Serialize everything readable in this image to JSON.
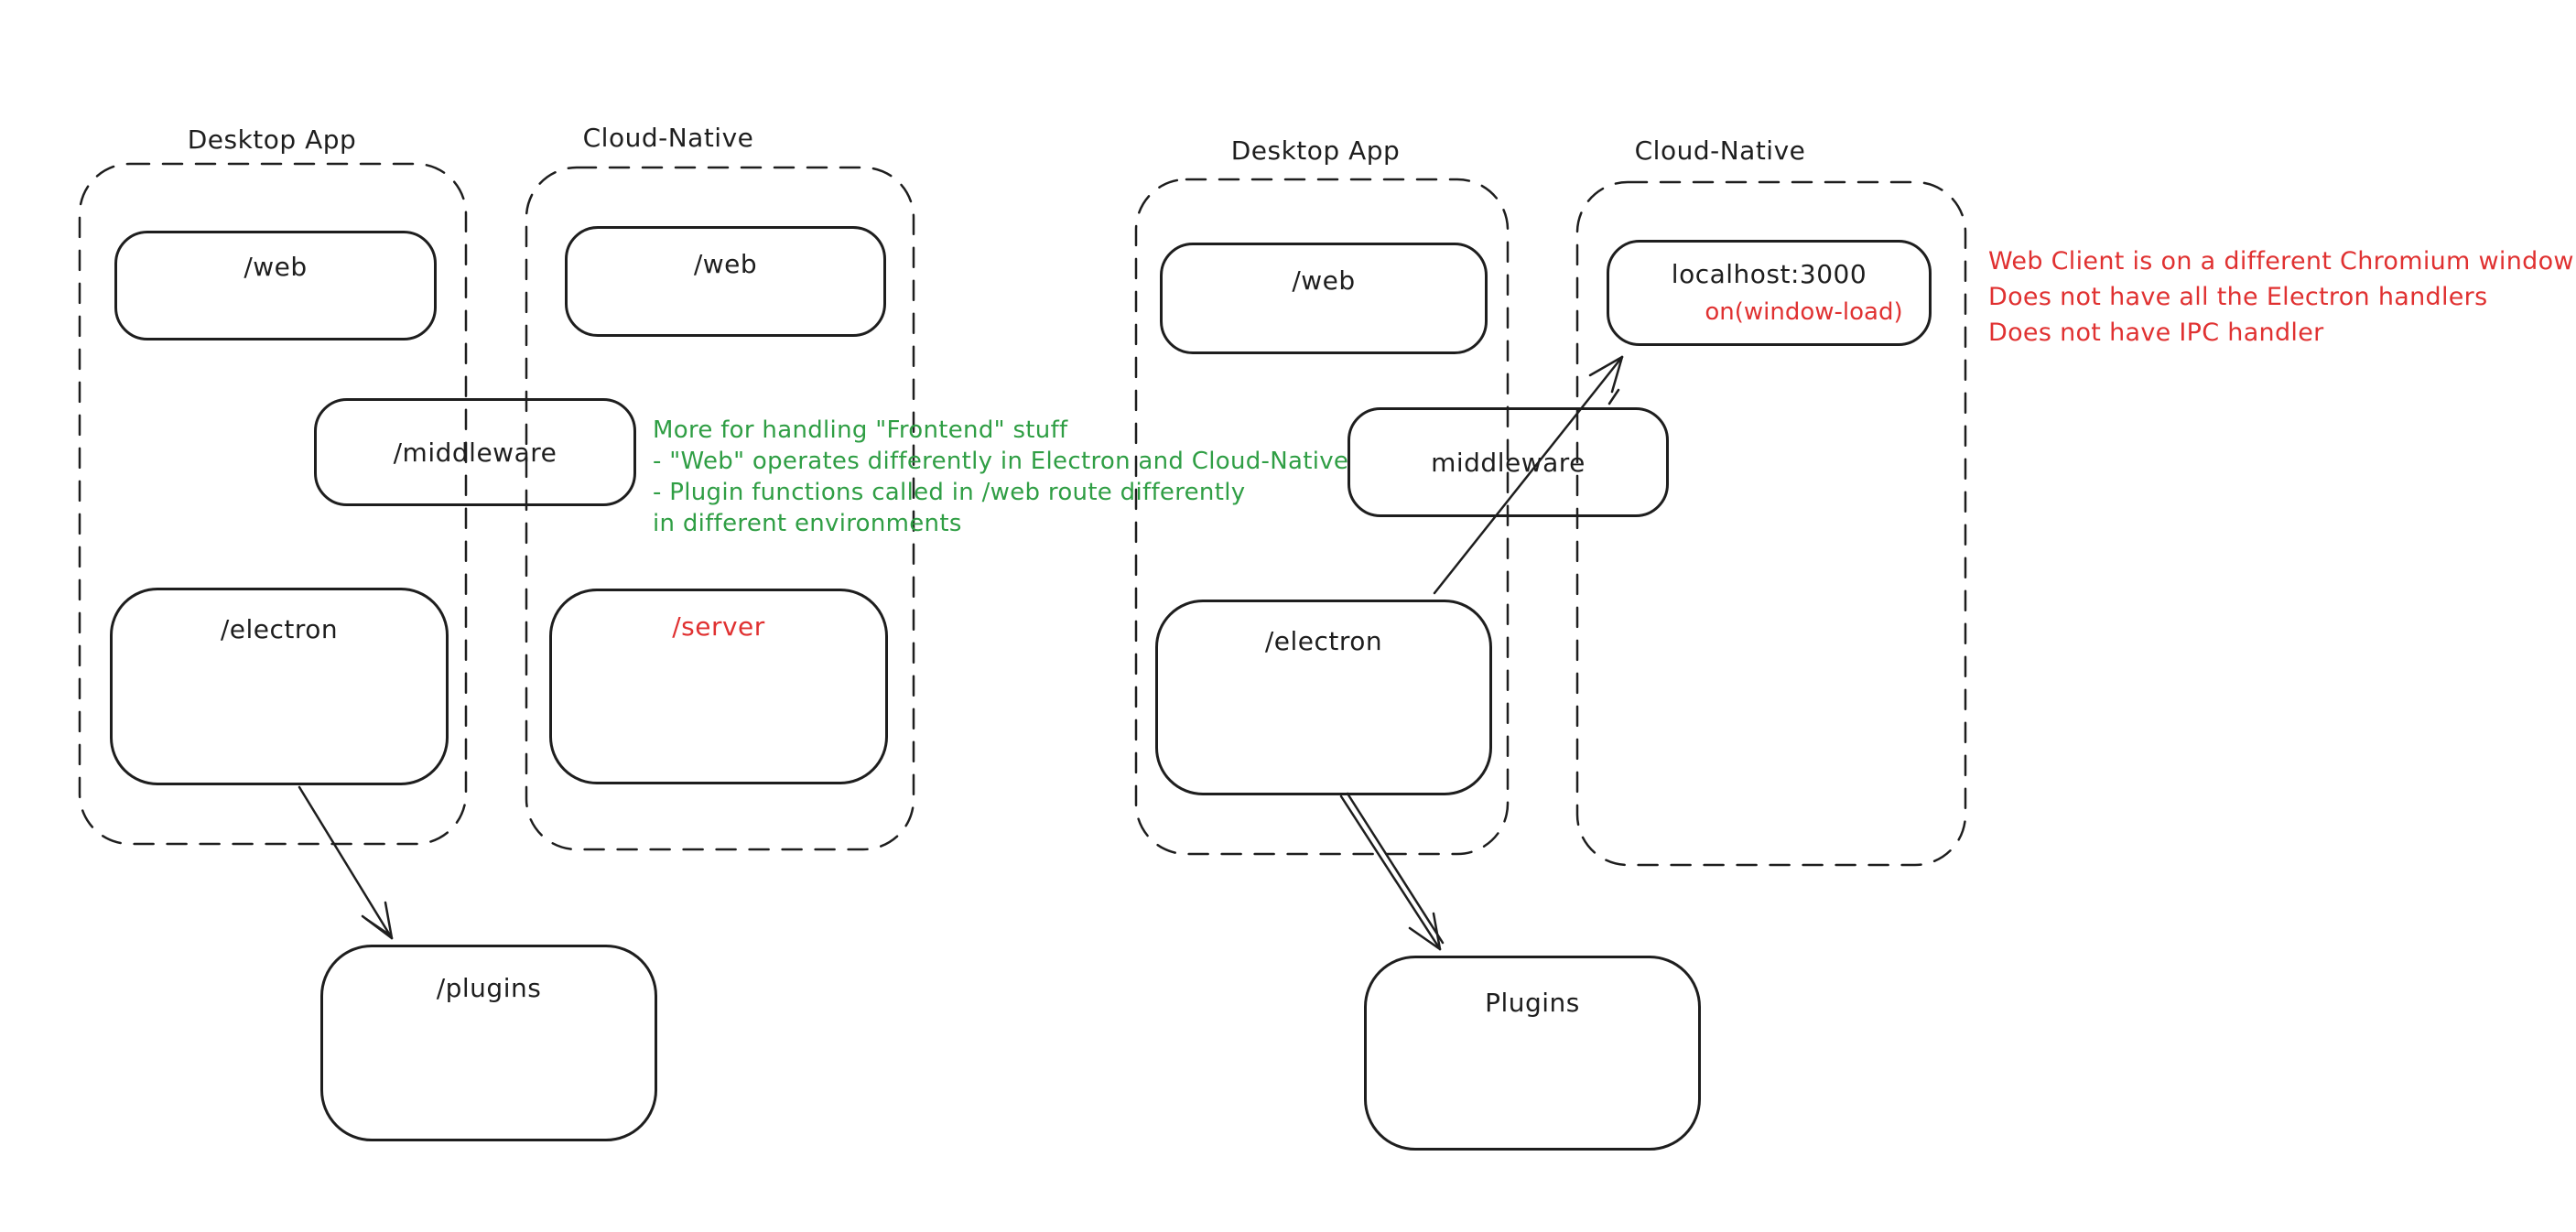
{
  "left_group": {
    "desktop_label": "Desktop App",
    "cloud_label": "Cloud-Native",
    "desktop_web_label": "/web",
    "cloud_web_label": "/web",
    "middleware_label": "/middleware",
    "electron_label": "/electron",
    "server_label": "/server",
    "plugins_label": "/plugins",
    "green_note": {
      "line1": "More for handling \"Frontend\" stuff",
      "line2": "- \"Web\" operates differently in Electron and Cloud-Native",
      "line3": "- Plugin functions called in /web route differently",
      "line4": "in different environments"
    }
  },
  "right_group": {
    "desktop_label": "Desktop App",
    "cloud_label": "Cloud-Native",
    "desktop_web_label": "/web",
    "localhost_label": "localhost:3000",
    "window_load_label": "on(window-load)",
    "middleware_label": "middleware",
    "electron_label": "/electron",
    "plugins_label": "Plugins",
    "red_note": {
      "line1": "Web Client is on a different Chromium window",
      "line2": "Does not have all the Electron handlers",
      "line3": "Does not have IPC handler"
    }
  },
  "colors": {
    "stroke": "#1e1e1e",
    "red": "#e03131",
    "green": "#2f9e44",
    "background": "#ffffff"
  }
}
